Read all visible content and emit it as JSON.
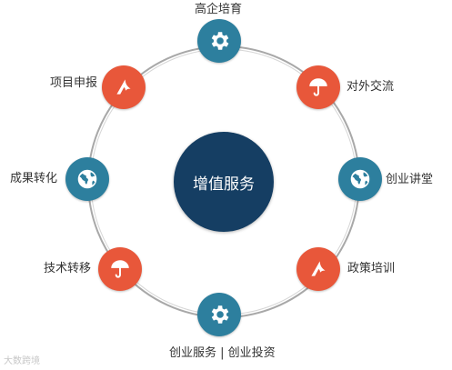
{
  "center": {
    "label": "增值服务"
  },
  "nodes": [
    {
      "label": "高企培育",
      "icon": "gear-icon"
    },
    {
      "label": "对外交流",
      "icon": "umbrella-icon"
    },
    {
      "label": "创业讲堂",
      "icon": "globe-icon"
    },
    {
      "label": "政策培训",
      "icon": "ribbon-icon"
    },
    {
      "label": "创业服务 | 创业投资",
      "icon": "gear-icon"
    },
    {
      "label": "技术转移",
      "icon": "umbrella-icon"
    },
    {
      "label": "成果转化",
      "icon": "globe-icon"
    },
    {
      "label": "项目申报",
      "icon": "ribbon-icon"
    }
  ],
  "watermark": "大数跨境",
  "colors": {
    "teal": "#2d7f9e",
    "orange": "#e8573a",
    "navy": "#153e63",
    "ring": "#a8a8a8"
  }
}
